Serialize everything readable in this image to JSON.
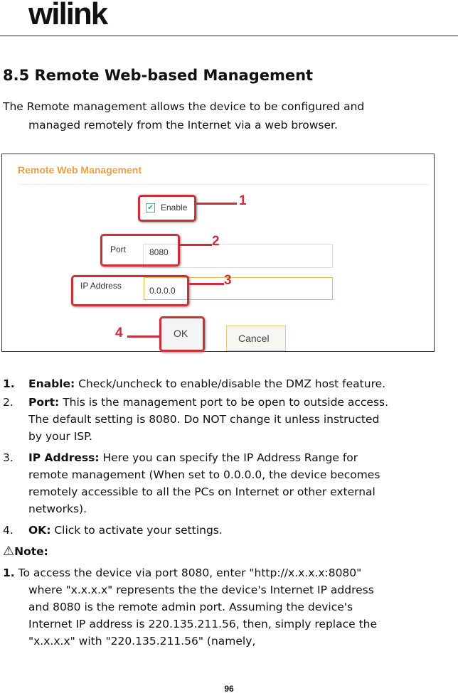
{
  "header": {
    "logo": "wilink"
  },
  "section_title": "8.5 Remote Web-based Management",
  "intro": [
    "The Remote management allows the device to be configured and",
    "managed remotely from the Internet via a web browser."
  ],
  "figure": {
    "title": "Remote Web Management",
    "enable_label": "Enable",
    "enable_checked": true,
    "port_label": "Port",
    "port_value": "8080",
    "ip_label": "IP Address",
    "ip_value": "0.0.0.0",
    "ok": "OK",
    "cancel": "Cancel",
    "callouts": [
      "1",
      "2",
      "3",
      "4"
    ],
    "title_color": "#e8a040",
    "callout_color": "#c9303a"
  },
  "list": [
    {
      "n": "1.",
      "term": "Enable:",
      "lines": [
        "Check/uncheck to enable/disable the DMZ host feature."
      ]
    },
    {
      "n": "2.",
      "term": "Port:",
      "lines": [
        "This is the management port to be open to outside access.",
        "The default setting is 8080. Do NOT change it unless instructed",
        "by your ISP."
      ]
    },
    {
      "n": "3.",
      "term": "IP Address:",
      "lines": [
        "Here you can specify the IP Address Range for",
        "remote management (When set to 0.0.0.0, the device becomes",
        "remotely accessible to all the PCs on Internet or other external",
        "networks)."
      ]
    },
    {
      "n": "4.",
      "term": "OK:",
      "lines": [
        "Click to activate your settings."
      ]
    }
  ],
  "note": {
    "label": "Note:",
    "n": "1.",
    "lines": [
      "To access the device via port 8080, enter \"http://x.x.x.x:8080\"",
      "where \"x.x.x.x\" represents the the device's Internet IP address",
      "and 8080 is the remote admin port. Assuming the device's",
      "Internet IP address is 220.135.211.56, then, simply replace the",
      "\"x.x.x.x\" with \"220.135.211.56\" (namely,"
    ]
  },
  "page_number": "96"
}
